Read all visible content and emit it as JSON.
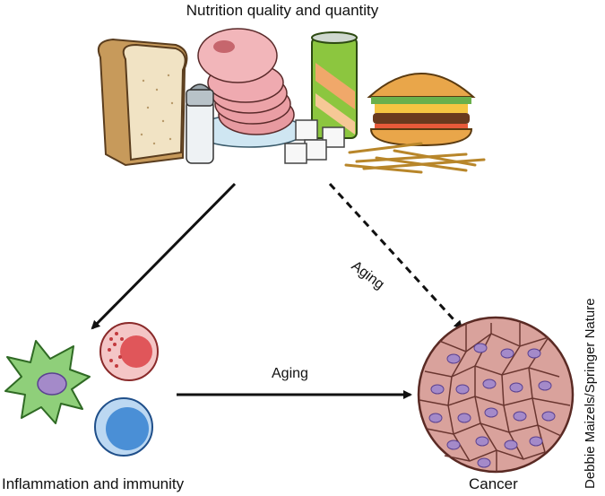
{
  "labels": {
    "title": "Nutrition quality and quantity",
    "inflammation": "Inflammation and immunity",
    "cancer": "Cancer",
    "aging_bottom": "Aging",
    "aging_diagonal": "Aging",
    "credit": "Debbie Maizels/Springer Nature"
  },
  "colors": {
    "arrow": "#111111",
    "bread": "#e9d4a8",
    "ham": "#e8a4a6",
    "can": "#8cc63f",
    "cell_green": "#8fcf7a",
    "cell_red": "#e0565a",
    "cell_blue": "#4a8fd6",
    "tumor": "#d9a29c",
    "nucleus": "#a48ac9"
  },
  "icons": [
    "bread-icon",
    "ham-icon",
    "salt-shaker-icon",
    "soda-can-icon",
    "sugar-cubes-icon",
    "burger-icon",
    "fries-icon",
    "macrophage-icon",
    "granulocyte-icon",
    "lymphocyte-icon",
    "tumor-icon"
  ]
}
